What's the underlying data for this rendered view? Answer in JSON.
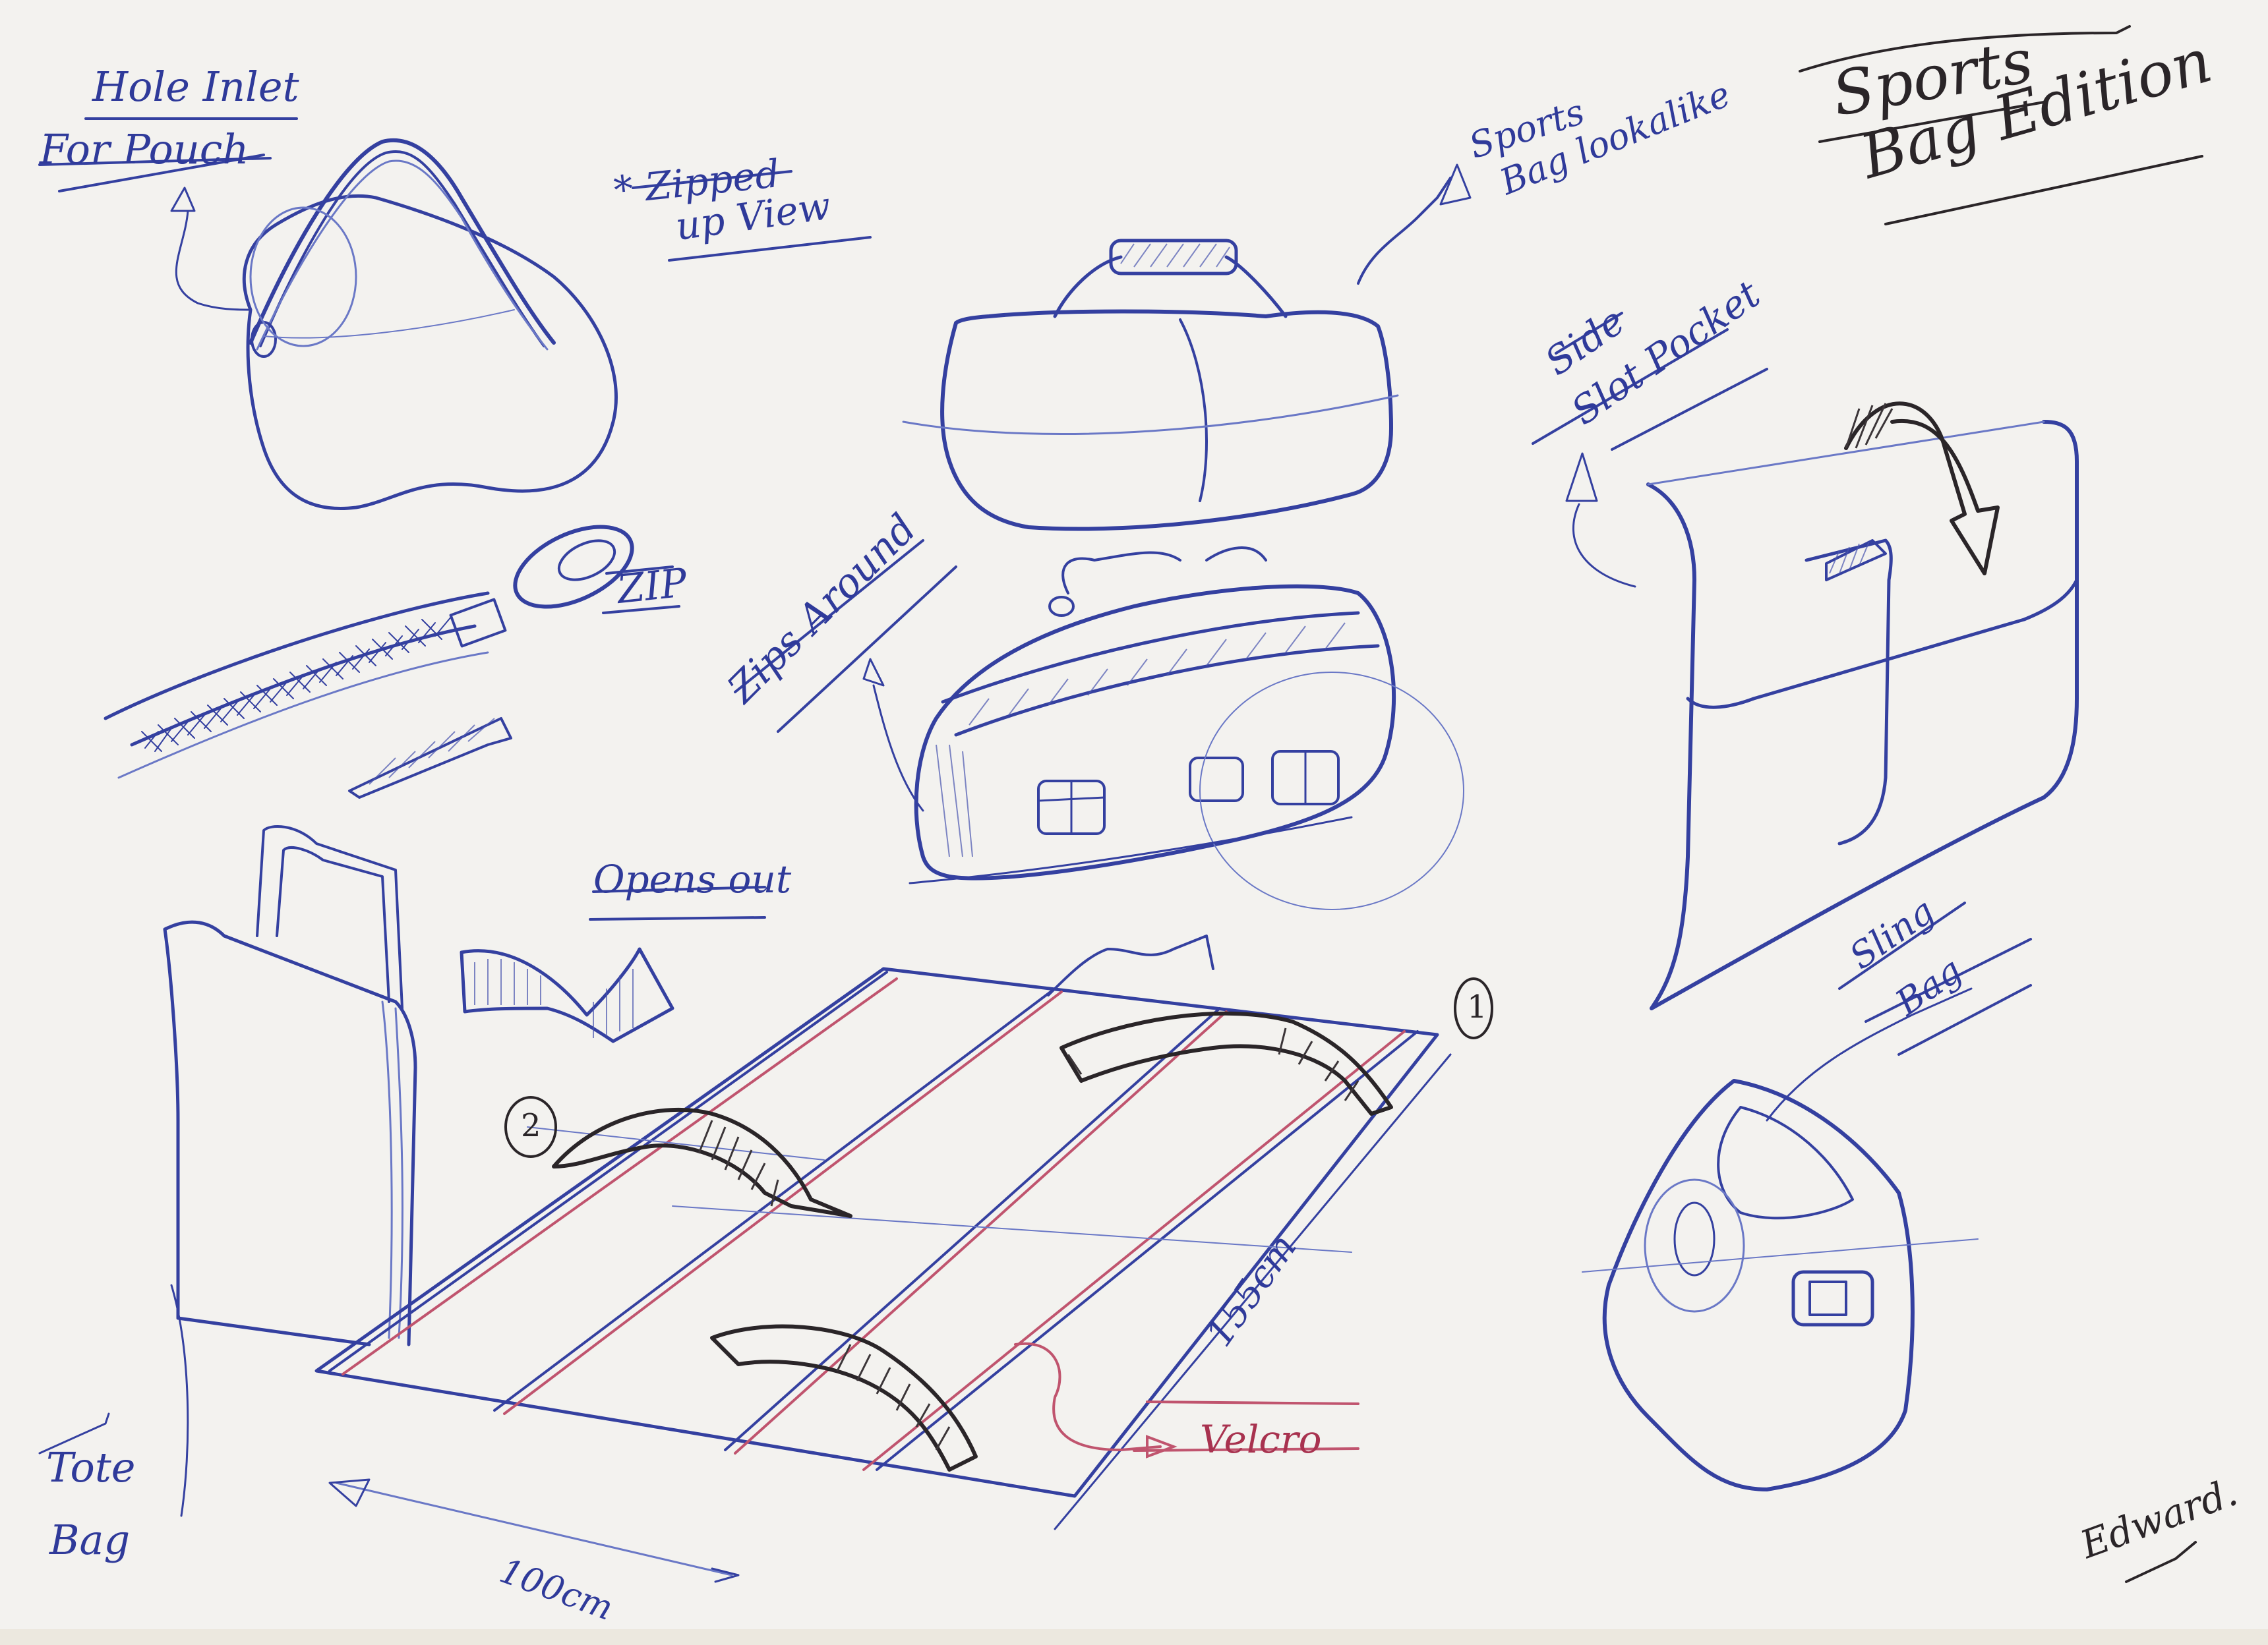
{
  "sheet": {
    "title_line1": "Sports",
    "title_line2": "Bag Edition",
    "signature": "Edward."
  },
  "annotations": {
    "pouch_title_line1": "Hole Inlet",
    "pouch_title_line2": "For Pouch",
    "zipped_view_line1": "* Zipped",
    "zipped_view_line2": "up View",
    "zip_label": "ZIP",
    "zips_around": "Zips Around",
    "sports_lookalike_line1": "Sports",
    "sports_lookalike_line2": "Bag lookalike",
    "side_pocket_line1": "Side",
    "side_pocket_line2": "Slot Pocket",
    "opens_out": "Opens out",
    "sling_bag_line1": "Sling",
    "sling_bag_line2": "Bag",
    "tote_bag_line1": "Tote",
    "tote_bag_line2": "Bag",
    "width_dimension": "100cm",
    "length_dimension": "155cm",
    "velcro": "Velcro",
    "step_1": "1",
    "step_2": "2"
  },
  "colors": {
    "paper": "#f3f2ef",
    "blue_ink": "#3440a0",
    "black_ink": "#2a2528",
    "red_ink": "#c0546e"
  }
}
